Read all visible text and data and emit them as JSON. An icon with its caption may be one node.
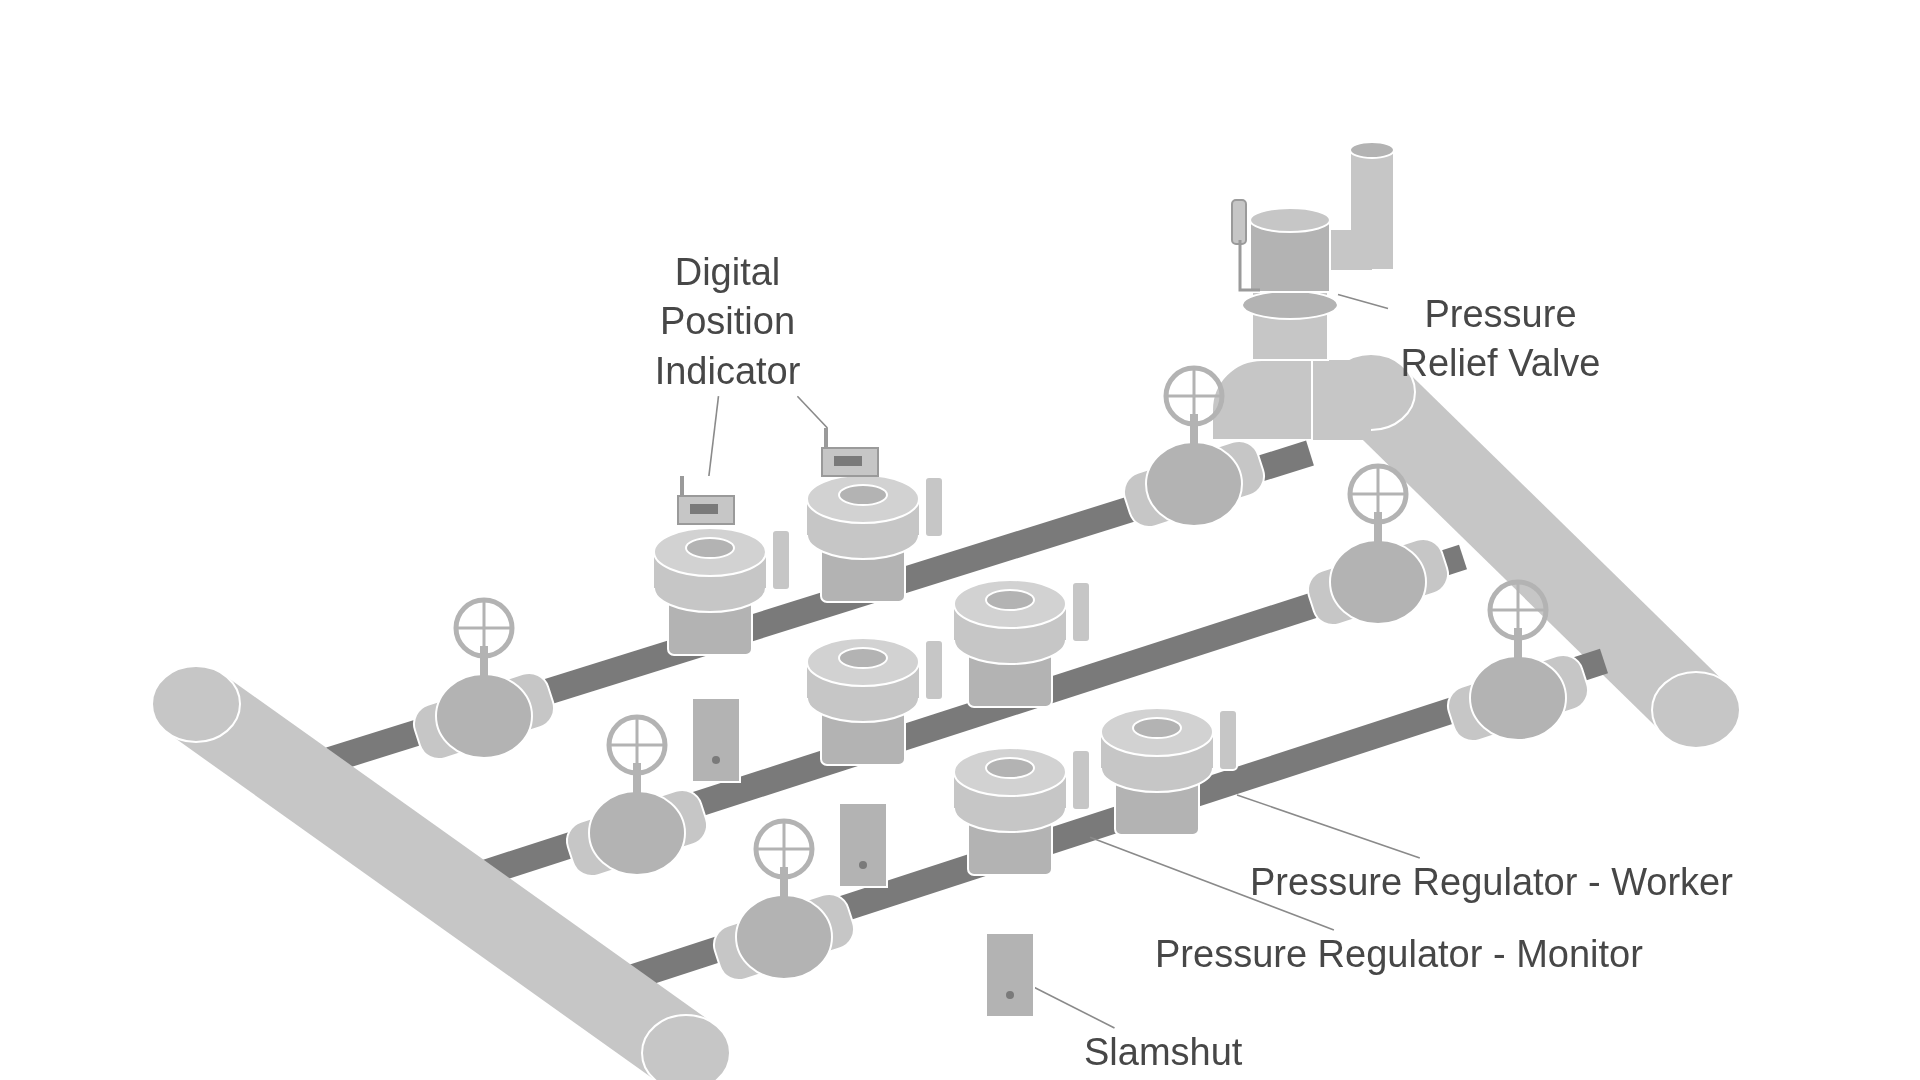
{
  "diagram": {
    "nodes": [
      {
        "text": [
          "Digital Position Indicator"
        ]
      },
      {
        "text": [],
        "shape": "picture"
      },
      {
        "text": [],
        "shape": "picture"
      },
      {
        "text": [
          "Pressure Relief Valve"
        ]
      },
      {
        "text": [],
        "shape": "picture"
      },
      {
        "text": [
          "Pressure Regulator - Worker"
        ]
      },
      {
        "text": [],
        "shape": "picture"
      },
      {
        "text": [
          "Pressure Regulator - Monitor"
        ]
      },
      {
        "text": [],
        "shape": "picture"
      },
      {
        "text": [
          "Slamshut"
        ]
      },
      {
        "text": [],
        "shape": "picture"
      }
    ],
    "edges": [
      {
        "from": 0,
        "to": 1,
        "arrow": "none"
      },
      {
        "from": 0,
        "to": 2,
        "arrow": "none"
      },
      {
        "from": 3,
        "to": 4,
        "arrow": "none"
      },
      {
        "from": 5,
        "to": 6,
        "arrow": "none"
      },
      {
        "from": 7,
        "to": 8,
        "arrow": "none"
      },
      {
        "from": 9,
        "to": 10,
        "arrow": "none"
      }
    ]
  }
}
